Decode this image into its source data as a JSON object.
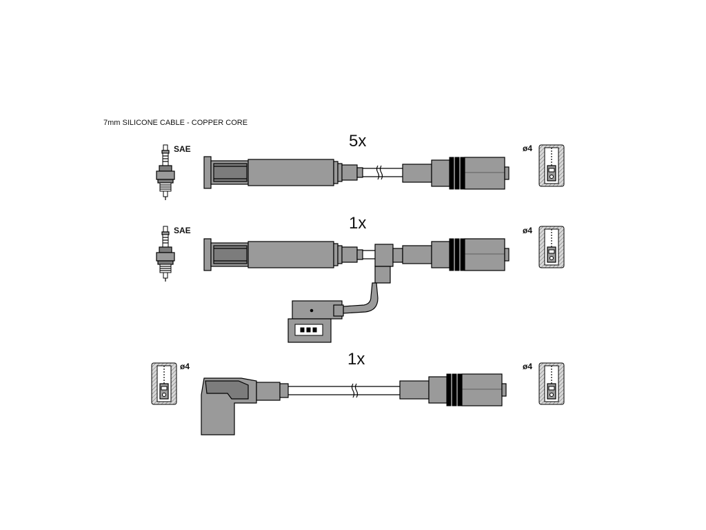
{
  "caption": "7mm SILICONE CABLE - COPPER CORE",
  "rows": [
    {
      "quantity": "5x",
      "left_label": "SAE",
      "right_label": "ø4"
    },
    {
      "quantity": "1x",
      "left_label": "SAE",
      "right_label": "ø4"
    },
    {
      "quantity": "1x",
      "left_label": "ø4",
      "right_label": "ø4"
    }
  ]
}
